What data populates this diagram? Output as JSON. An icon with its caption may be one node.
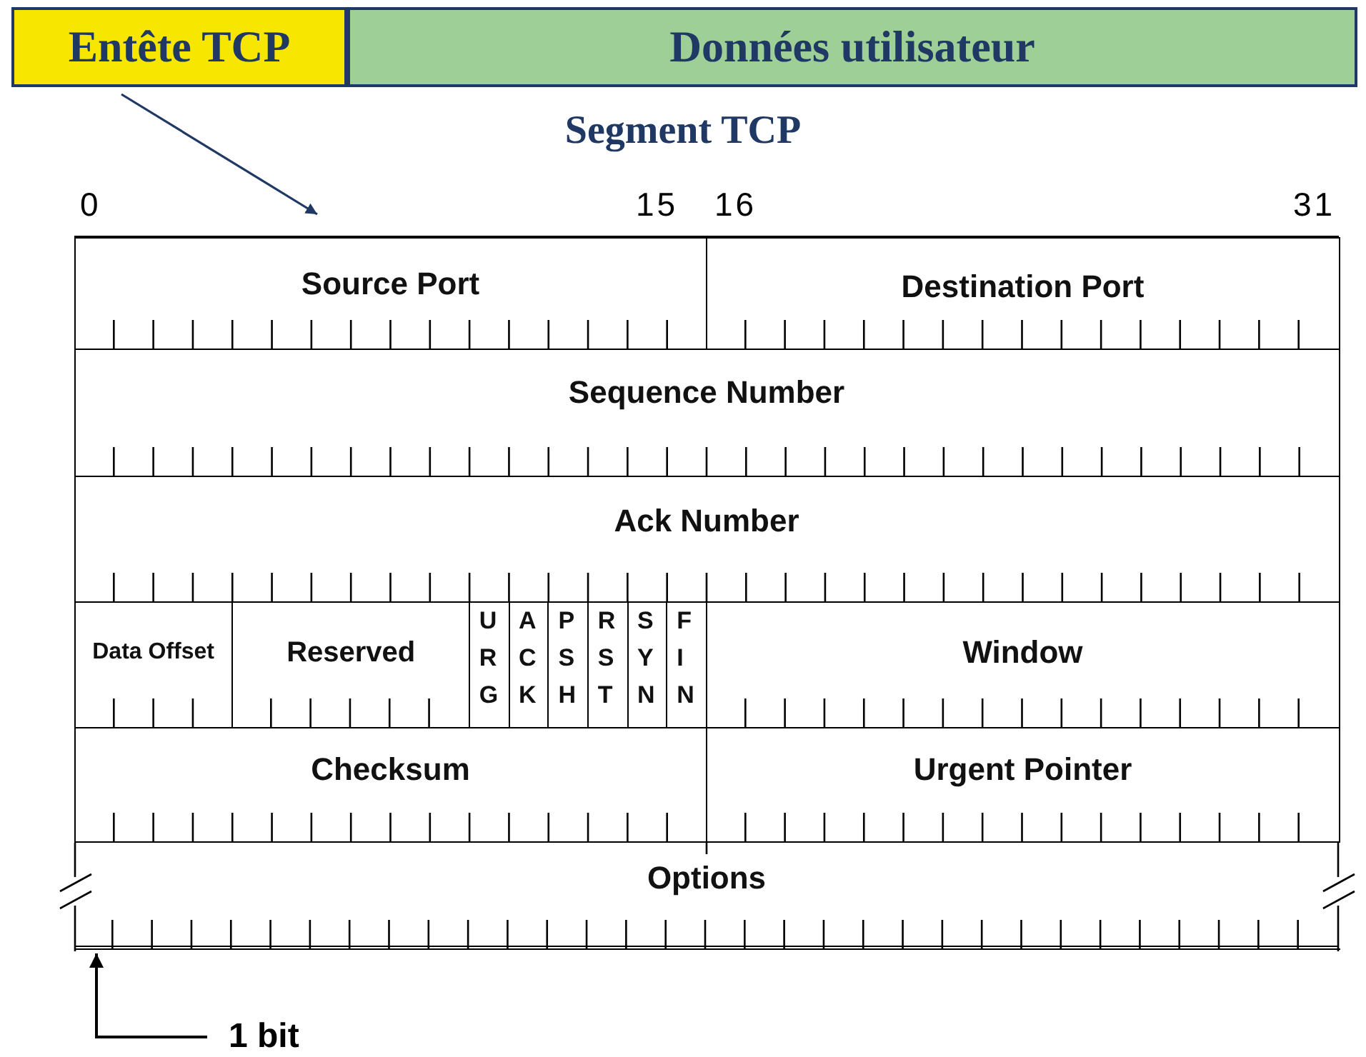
{
  "diagram": {
    "title": "Segment TCP",
    "nodes": [
      {
        "text": [
          "Entête TCP"
        ]
      },
      {
        "text": [
          "Données utilisateur"
        ]
      },
      {
        "text": [],
        "shape": "box"
      },
      {
        "text": [
          "Source Port"
        ],
        "in": 2
      },
      {
        "text": [
          "Destination Port"
        ],
        "in": 2
      },
      {
        "text": [
          "Sequence Number"
        ],
        "in": 2
      },
      {
        "text": [
          "Ack Number"
        ],
        "in": 2
      },
      {
        "text": [
          "Data Offset"
        ],
        "in": 2
      },
      {
        "text": [
          "Reserved"
        ],
        "in": 2
      },
      {
        "text": [
          "URG"
        ],
        "in": 2
      },
      {
        "text": [
          "ACK"
        ],
        "in": 2
      },
      {
        "text": [
          "PSH"
        ],
        "in": 2
      },
      {
        "text": [
          "RST"
        ],
        "in": 2
      },
      {
        "text": [
          "SYN"
        ],
        "in": 2
      },
      {
        "text": [
          "FIN"
        ],
        "in": 2
      },
      {
        "text": [
          "Window"
        ],
        "in": 2
      },
      {
        "text": [
          "Checksum"
        ],
        "in": 2
      },
      {
        "text": [
          "Urgent Pointer"
        ],
        "in": 2
      },
      {
        "text": [
          "Options"
        ],
        "in": 2
      },
      {
        "text": [
          "1 bit"
        ]
      }
    ],
    "edges": [
      {
        "from": 0,
        "to": 2,
        "arrow": "to"
      },
      {
        "from": 19,
        "to": 18,
        "arrow": "to",
        "color": "#000000"
      }
    ],
    "labels": [
      "0",
      "15",
      "16",
      "31"
    ]
  }
}
